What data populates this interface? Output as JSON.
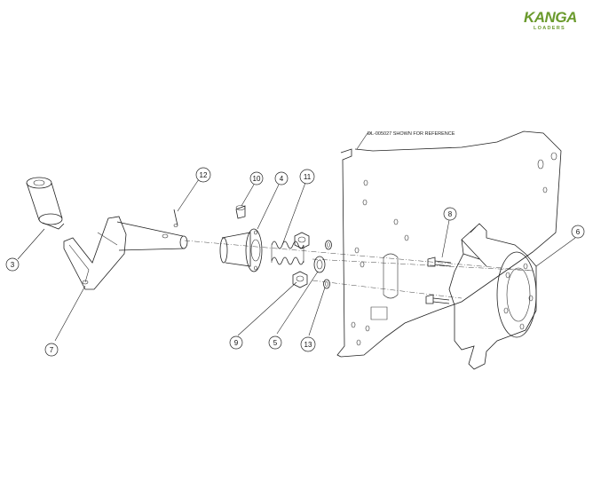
{
  "logo": {
    "main": "KANGA",
    "sub": "LOADERS",
    "brand_color": "#6a9a2c"
  },
  "reference_note": "DL-005027 SHOWN FOR REFERENCE",
  "callouts": [
    {
      "label": "3"
    },
    {
      "label": "7"
    },
    {
      "label": "12"
    },
    {
      "label": "10"
    },
    {
      "label": "4"
    },
    {
      "label": "11"
    },
    {
      "label": "9"
    },
    {
      "label": "5"
    },
    {
      "label": "13"
    },
    {
      "label": "8"
    },
    {
      "label": "6"
    }
  ]
}
